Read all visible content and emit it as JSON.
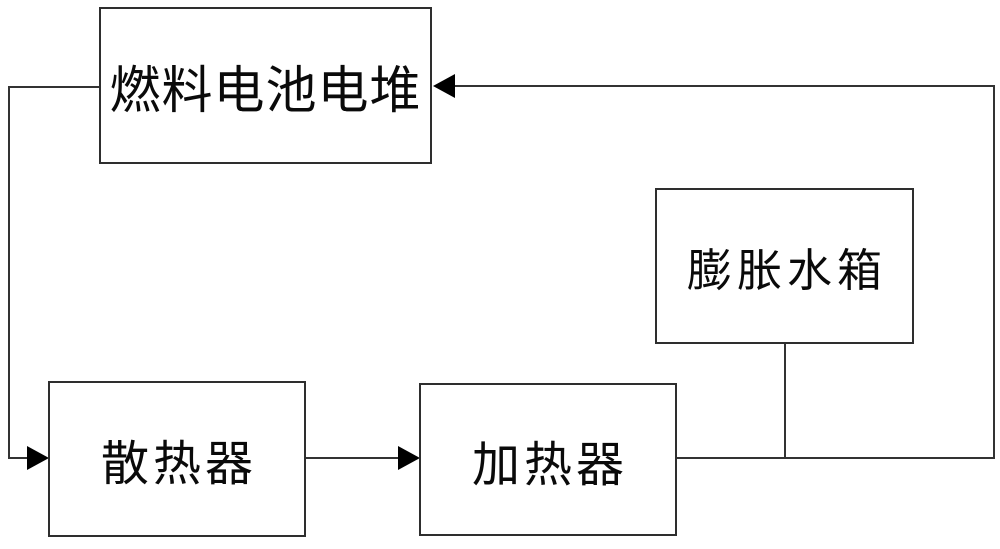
{
  "diagram": {
    "background_color": "#ffffff",
    "line_color": "#333333",
    "arrow_color": "#000000",
    "boxes": {
      "fuel_cell_stack": {
        "label": "燃料电池电堆"
      },
      "expansion_tank": {
        "label": "膨胀水箱"
      },
      "radiator": {
        "label": "散热器"
      },
      "heater": {
        "label": "加热器"
      }
    }
  }
}
